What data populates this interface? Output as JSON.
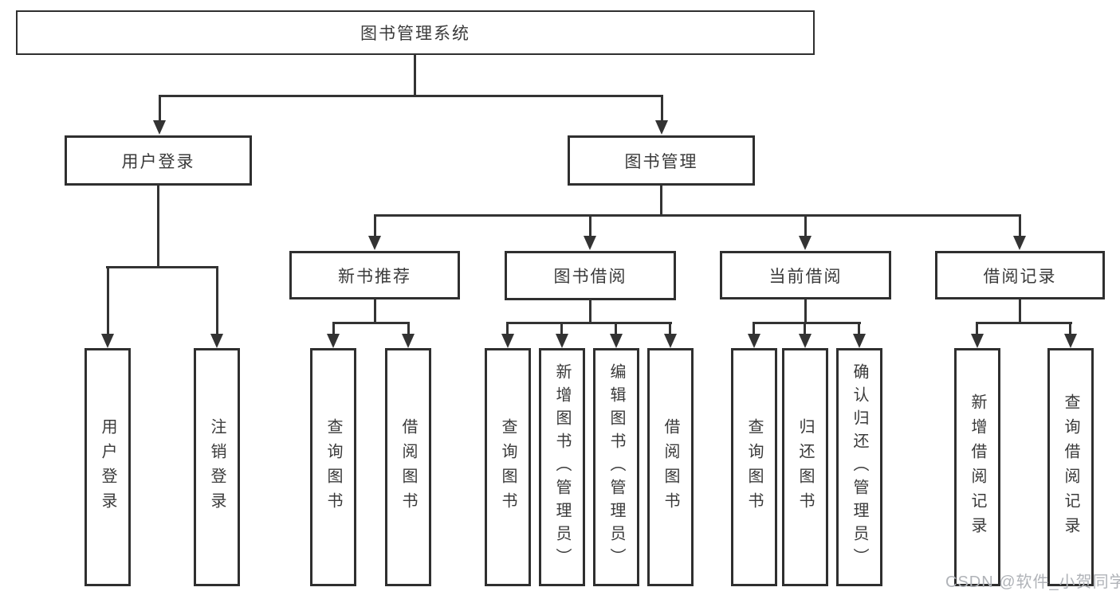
{
  "colors": {
    "line": "#333333",
    "border": "#2f2f2f",
    "text": "#3a3a3a",
    "background": "#ffffff",
    "watermark": "#b0b3b8"
  },
  "watermark": "CSDN @软件_小贺同学",
  "tree": {
    "root": {
      "label": "图书管理系统"
    },
    "branches": [
      {
        "label": "用户登录",
        "children": [
          {
            "label": "用户登录"
          },
          {
            "label": "注销登录"
          }
        ]
      },
      {
        "label": "图书管理",
        "children": [
          {
            "label": "新书推荐",
            "children": [
              {
                "label": "查询图书"
              },
              {
                "label": "借阅图书"
              }
            ]
          },
          {
            "label": "图书借阅",
            "children": [
              {
                "label": "查询图书"
              },
              {
                "label": "新增图书（管理员）"
              },
              {
                "label": "编辑图书（管理员）"
              },
              {
                "label": "借阅图书"
              }
            ]
          },
          {
            "label": "当前借阅",
            "children": [
              {
                "label": "查询图书"
              },
              {
                "label": "归还图书"
              },
              {
                "label": "确认归还（管理员）"
              }
            ]
          },
          {
            "label": "借阅记录",
            "children": [
              {
                "label": "新增借阅记录"
              },
              {
                "label": "查询借阅记录"
              }
            ]
          }
        ]
      }
    ]
  }
}
